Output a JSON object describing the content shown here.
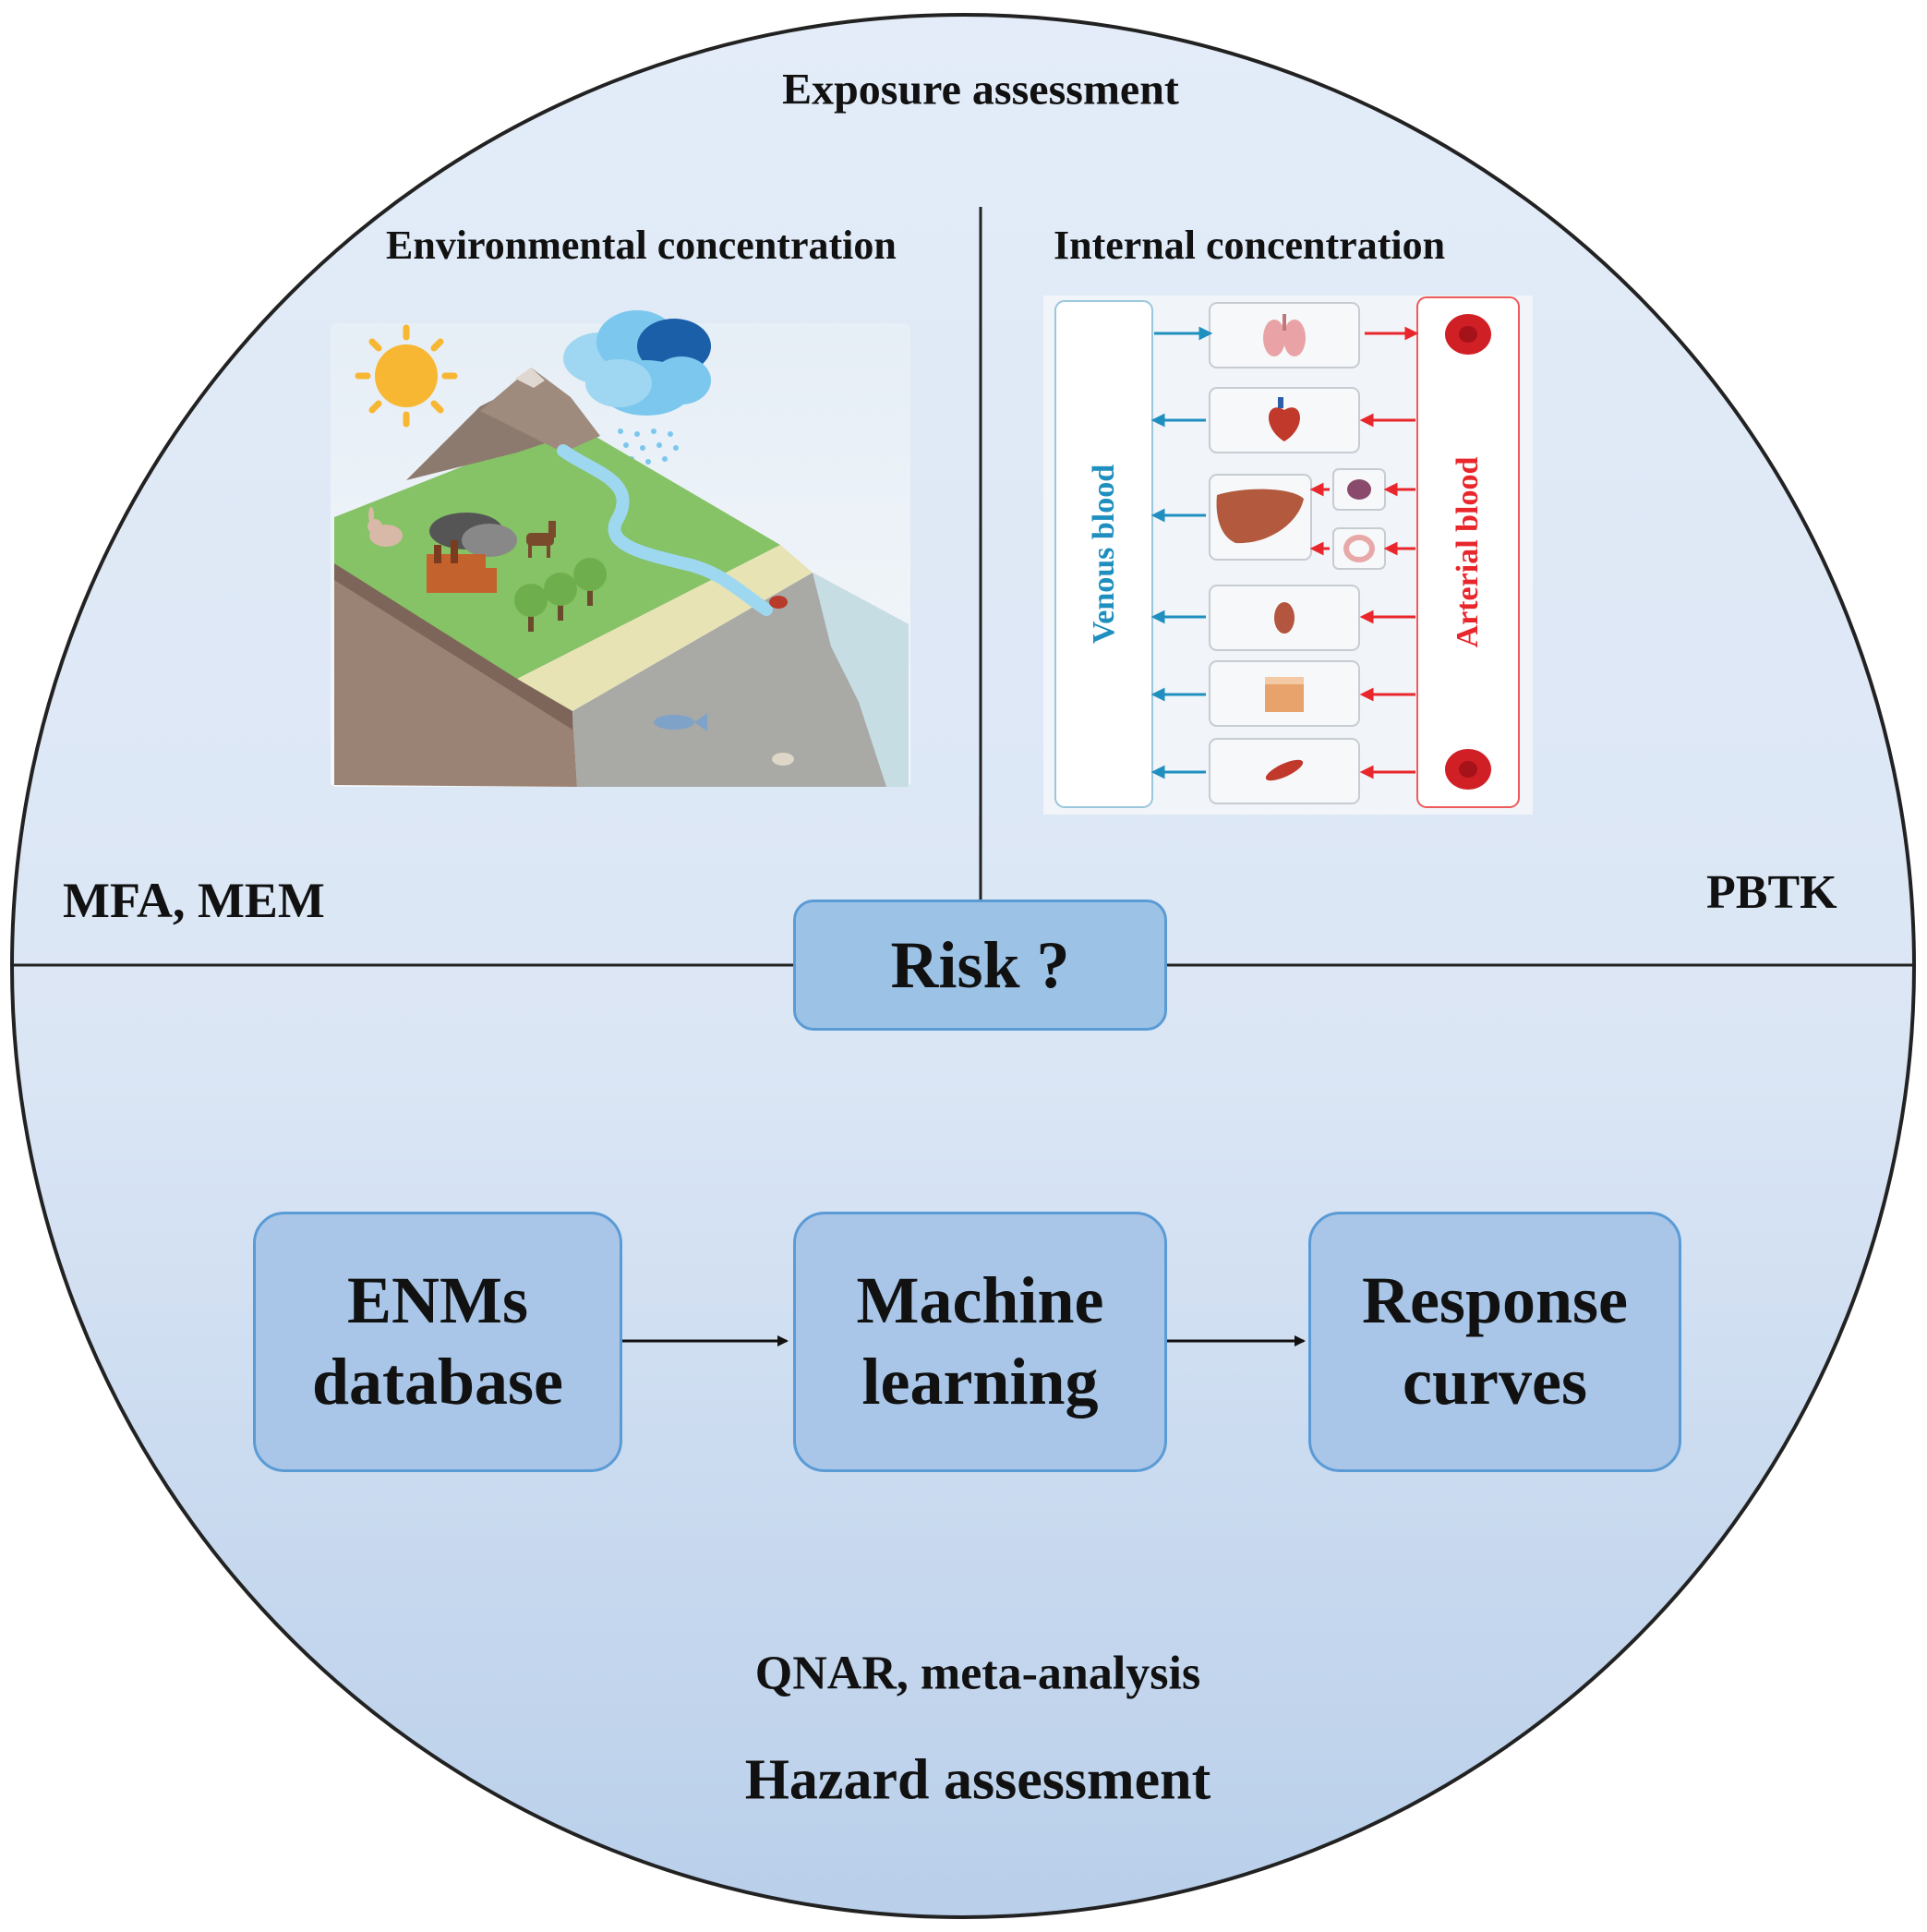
{
  "title": "Exposure assessment",
  "bottom_title": "Hazard assessment",
  "panels": {
    "environmental": {
      "title": "Environmental concentration",
      "methods": "MFA, MEM"
    },
    "internal": {
      "title": "Internal concentration",
      "methods": "PBTK",
      "venous_label": "Venous blood",
      "arterial_label": "Arterial blood",
      "organs": [
        "lung",
        "heart",
        "liver",
        "spleen",
        "intestine",
        "kidney",
        "skin",
        "muscle"
      ]
    }
  },
  "center": {
    "label": "Risk ?"
  },
  "workflow": [
    {
      "line1": "ENMs",
      "line2": "database"
    },
    {
      "line1": "Machine",
      "line2": "learning"
    },
    {
      "line1": "Response",
      "line2": "curves"
    }
  ],
  "hazard_methods": "QNAR, meta-analysis",
  "colors": {
    "circle_fill": "#dde8f6",
    "box_fill": "#a9c6e8",
    "box_border": "#5b9bd5",
    "venous": "#1f8fbf",
    "arterial": "#e8262b"
  }
}
